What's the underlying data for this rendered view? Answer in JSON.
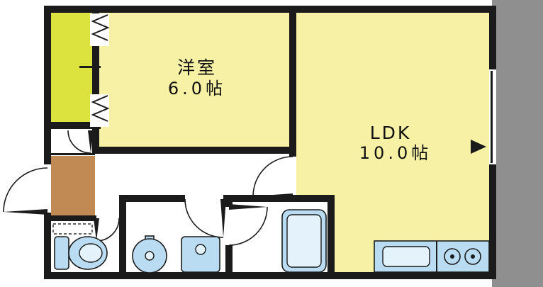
{
  "plan": {
    "bedroom": {
      "name": "洋室",
      "size": "6.0帖"
    },
    "ldk": {
      "name": "LDK",
      "size": "10.0帖"
    }
  },
  "colors": {
    "wall": "#1b1b1b",
    "floor": "#f6f1a4",
    "balcony": "#dce23e",
    "genkan": "#c18a55",
    "fixture": "#b9dcf2",
    "fixture_light": "#e4f2fb",
    "gray": "#8f8f8f",
    "paper": "#ffffff"
  },
  "fixtures": {
    "toilet": "toilet-icon",
    "washbasin": "washbasin-icon",
    "washer_pan": "washer-pan-icon",
    "bathtub": "bathtub-icon",
    "kitchen_sink": "kitchen-sink-icon",
    "stove": "stove-icon",
    "doors": "door-swing-arc",
    "windows": "window-symbol"
  }
}
